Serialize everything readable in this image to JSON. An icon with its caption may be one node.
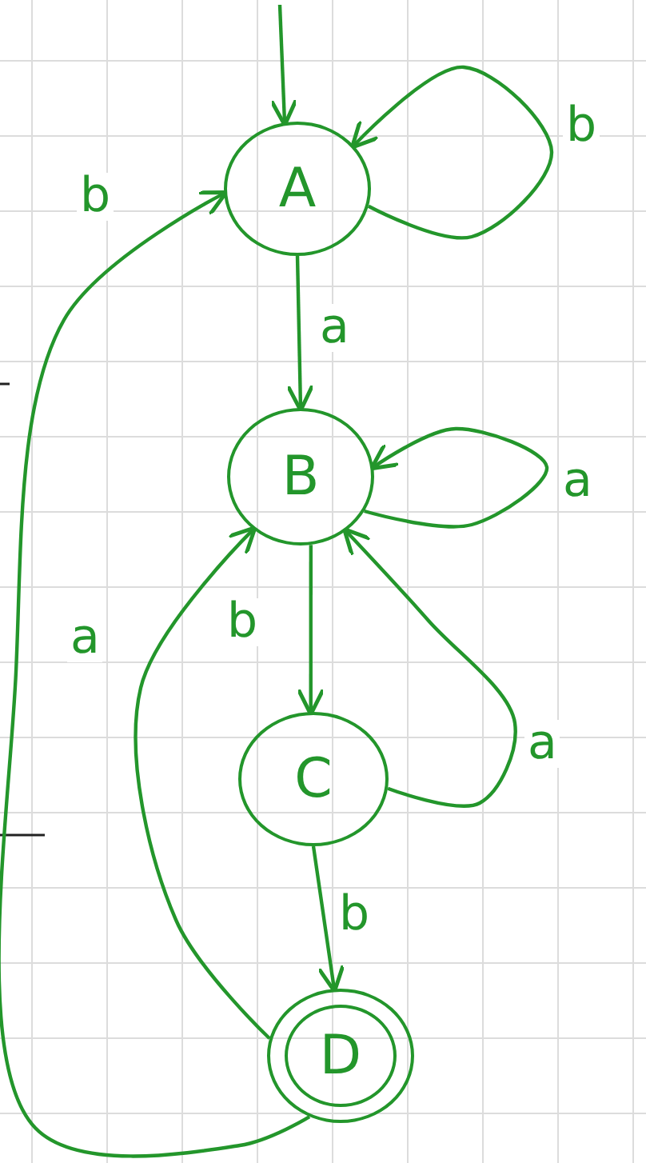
{
  "diagram": {
    "nodes": [
      {
        "text": [
          "A"
        ]
      },
      {
        "text": [
          "B"
        ]
      },
      {
        "text": [
          "C"
        ]
      },
      {
        "text": [
          "D"
        ]
      }
    ],
    "edges": [
      {
        "from": null,
        "to": 0,
        "arrow": "to"
      },
      {
        "from": 0,
        "to": 0,
        "arrow": "to",
        "label": "b"
      },
      {
        "from": 0,
        "to": 1,
        "arrow": "to",
        "label": "a"
      },
      {
        "from": 1,
        "to": 1,
        "arrow": "to",
        "label": "a"
      },
      {
        "from": 1,
        "to": 2,
        "arrow": "to",
        "label": "b"
      },
      {
        "from": 2,
        "to": 1,
        "arrow": "to",
        "label": "a"
      },
      {
        "from": 2,
        "to": 3,
        "arrow": "to",
        "label": "b"
      },
      {
        "from": 3,
        "to": 1,
        "arrow": "to",
        "label": "a"
      },
      {
        "from": 3,
        "to": 0,
        "arrow": "to",
        "label": "b"
      }
    ]
  }
}
